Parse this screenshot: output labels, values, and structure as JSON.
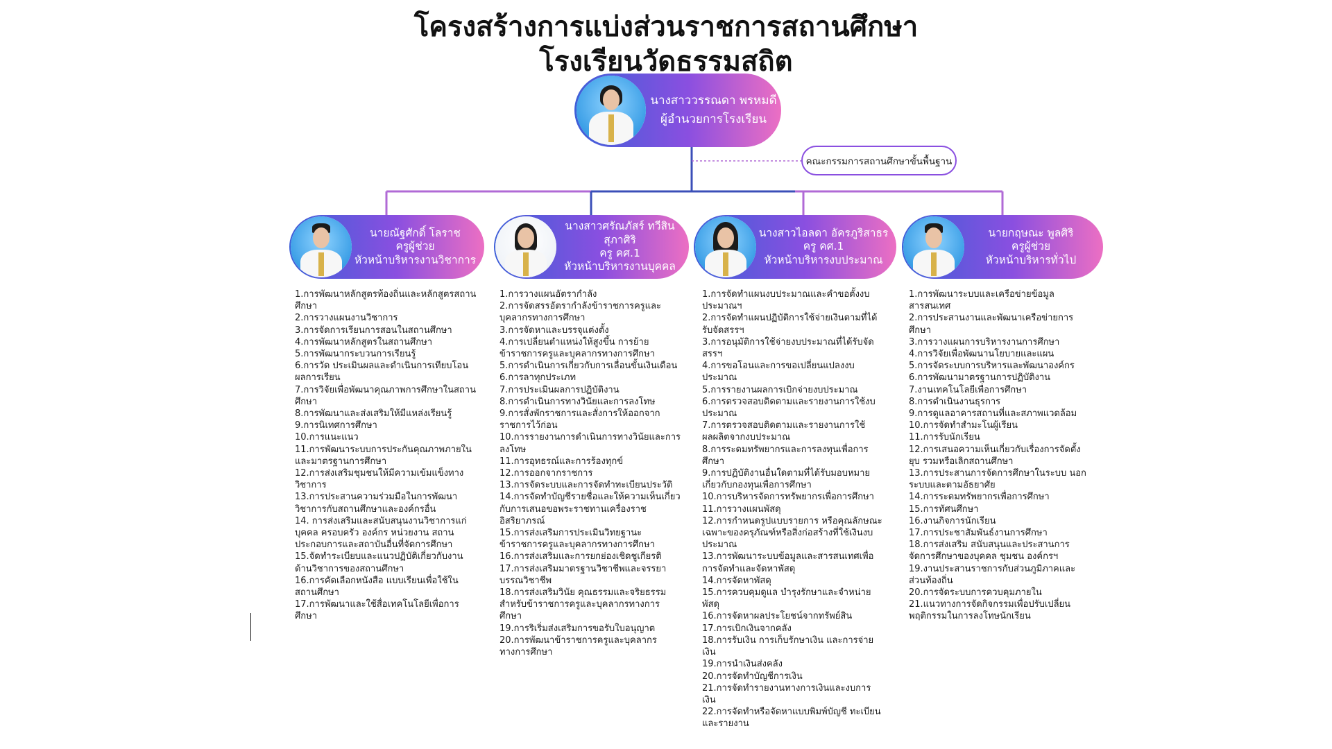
{
  "title": {
    "line1": "โครงสร้างการแบ่งส่วนราชการสถานศึกษา",
    "line2": "โรงเรียนวัดธรรมสถิต"
  },
  "director": {
    "name": "นางสาววรรณดา พรหมดี",
    "position": "ผู้อำนวยการโรงเรียน"
  },
  "committee": {
    "label": "คณะกรรมการสถานศึกษาขั้นพื้นฐาน"
  },
  "colors": {
    "pill_start": "#3d5fd8",
    "pill_mid": "#8a4fe0",
    "pill_end": "#ec6fc3",
    "connector_main": "#3b4fb8",
    "connector_branch": "#b06ad6"
  },
  "departments": [
    {
      "name": "นายณัฐศักดิ์ โลราช",
      "rank": "ครูผู้ช่วย",
      "role": "หัวหน้าบริหารงานวิชาการ",
      "photo_icon": "person-portrait-icon",
      "tasks": [
        "1.การพัฒนาหลักสูตรท้องถิ่นและหลักสูตรสถานศึกษา",
        "2.การวางแผนงานวิชาการ",
        "3.การจัดการเรียนการสอนในสถานศึกษา",
        "4.การพัฒนาหลักสูตรในสถานศึกษา",
        "5.การพัฒนากระบวนการเรียนรู้",
        "6.การวัด ประเมินผลและดำเนินการเทียบโอนผลการเรียน",
        "7.การวิจัยเพื่อพัฒนาคุณภาพการศึกษาในสถานศึกษา",
        "8.การพัฒนาและส่งเสริมให้มีแหล่งเรียนรู้",
        "9.การนิเทศการศึกษา",
        "10.การแนะแนว",
        "11.การพัฒนาระบบการประกันคุณภาพภายในและมาตรฐานการศึกษา",
        "12.การส่งเสริมชุมชนให้มีความเข้มแข็งทางวิชาการ",
        "13.การประสานความร่วมมือในการพัฒนาวิชาการกับสถานศึกษาและองค์กรอื่น",
        "14. การส่งเสริมและสนับสนุนงานวิชาการแก่บุคคล ครอบครัว องค์กร หน่วยงาน สถานประกอบการและสถาบันอื่นที่จัดการศึกษา",
        "15.จัดทำระเบียบและแนวปฏิบัติเกี่ยวกับงานด้านวิชาการของสถานศึกษา",
        "16.การคัดเลือกหนังสือ แบบเรียนเพื่อใช้ในสถานศึกษา",
        "17.การพัฒนาและใช้สื่อเทคโนโลยีเพื่อการศึกษา"
      ]
    },
    {
      "name": "นางสาวศรัณภัสร์ ทวีสินสุภาศิริ",
      "rank": "ครู คศ.1",
      "role": "หัวหน้าบริหารงานบุคคล",
      "photo_icon": "person-portrait-icon",
      "tasks": [
        "1.การวางแผนอัตรากำลัง",
        "2.การจัดสรรอัตรากำลังข้าราชการครูและบุคลากรทางการศึกษา",
        "3.การจัดหาและบรรจุแต่งตั้ง",
        "4.การเปลี่ยนตำแหน่งให้สูงขึ้น การย้ายข้าราชการครูและบุคลากรทางการศึกษา",
        "5.การดำเนินการเกี่ยวกับการเลื่อนขั้นเงินเดือน",
        "6.การลาทุกประเภท",
        "7.การประเมินผลการปฏิบัติงาน",
        "8.การดำเนินการทางวินัยและการลงโทษ",
        "9.การสั่งพักราชการและสั่งการให้ออกจากราชการไว้ก่อน",
        "10.การรายงานการดำเนินการทางวินัยและการลงโทษ",
        "11.การอุทธรณ์และการร้องทุกข์",
        "12.การออกจากราชการ",
        "13.การจัดระบบและการจัดทำทะเบียนประวัติ",
        "14.การจัดทำบัญชีรายชื่อและให้ความเห็นเกี่ยวกับการเสนอขอพระราชทานเครื่องราชอิสริยาภรณ์",
        "15.การส่งเสริมการประเมินวิทยฐานะข้าราชการครูและบุคลากรทางการศึกษา",
        "16.การส่งเสริมและการยกย่องเชิดชูเกียรติ",
        "17.การส่งเสริมมาตรฐานวิชาชีพและจรรยาบรรณวิชาชีพ",
        "18.การส่งเสริมวินัย คุณธรรมและจริยธรรมสำหรับข้าราชการครูและบุคลากรทางการศึกษา",
        "19.การริเริ่มส่งเสริมการขอรับใบอนุญาต",
        "20.การพัฒนาข้าราชการครูและบุคลากรทางการศึกษา"
      ]
    },
    {
      "name": "นางสาวไอลดา อัครภูริสาธร",
      "rank": "ครู คศ.1",
      "role": "หัวหน้าบริหารงบประมาณ",
      "photo_icon": "person-portrait-icon",
      "tasks": [
        "1.การจัดทำแผนงบประมาณและคำขอตั้งงบประมาณฯ",
        "2.การจัดทำแผนปฏิบัติการใช้จ่ายเงินตามที่ได้รับจัดสรรฯ",
        "3.การอนุมัติการใช้จ่ายงบประมาณที่ได้รับจัดสรรฯ",
        "4.การขอโอนและการขอเปลี่ยนแปลงงบประมาณ",
        "5.การรายงานผลการเบิกจ่ายงบประมาณ",
        "6.การตรวจสอบติดตามและรายงานการใช้งบประมาณ",
        "7.การตรวจสอบติดตามและรายงานการใช้ผลผลิตจากงบประมาณ",
        "8.การระดมทรัพยากรและการลงทุนเพื่อการศึกษา",
        "9.การปฏิบัติงานอื่นใดตามที่ได้รับมอบหมายเกี่ยวกับกองทุนเพื่อการศึกษา",
        "10.การบริหารจัดการทรัพยากรเพื่อการศึกษา",
        "11.การวางแผนพัสดุ",
        "12.การกำหนดรูปแบบรายการ หรือคุณลักษณะเฉพาะของครุภัณฑ์หรือสิ่งก่อสร้างที่ใช้เงินงบประมาณ",
        "13.การพัฒนาระบบข้อมูลและสารสนเทศเพื่อการจัดทำและจัดหาพัสดุ",
        "14.การจัดหาพัสดุ",
        "15.การควบคุมดูแล บำรุงรักษาและจำหน่ายพัสดุ",
        "16.การจัดหาผลประโยชน์จากทรัพย์สิน",
        "17.การเบิกเงินจากคลัง",
        "18.การรับเงิน การเก็บรักษาเงิน และการจ่ายเงิน",
        "19.การนำเงินส่งคลัง",
        "20.การจัดทำบัญชีการเงิน",
        "21.การจัดทำรายงานทางการเงินและงบการเงิน",
        "22.การจัดทำหรือจัดหาแบบพิมพ์บัญชี ทะเบียนและรายงาน"
      ]
    },
    {
      "name": "นายกฤษณะ พูลศิริ",
      "rank": "ครูผู้ช่วย",
      "role": "หัวหน้าบริหารทั่วไป",
      "photo_icon": "person-portrait-icon",
      "tasks": [
        "1.การพัฒนาระบบและเครือข่ายข้อมูลสารสนเทศ",
        "2.การประสานงานและพัฒนาเครือข่ายการศึกษา",
        "3.การวางแผนการบริหารงานการศึกษา",
        "4.การวิจัยเพื่อพัฒนานโยบายและแผน",
        "5.การจัดระบบการบริหารและพัฒนาองค์กร",
        "6.การพัฒนามาตรฐานการปฏิบัติงาน",
        "7.งานเทคโนโลยีเพื่อการศึกษา",
        "8.การดำเนินงานธุรการ",
        "9.การดูแลอาคารสถานที่และสภาพแวดล้อม",
        "10.การจัดทำสำมะโนผู้เรียน",
        "11.การรับนักเรียน",
        "12.การเสนอความเห็นเกี่ยวกับเรื่องการจัดตั้ง ยุบ รวมหรือเลิกสถานศึกษา",
        "13.การประสานการจัดการศึกษาในระบบ นอกระบบและตามอัธยาศัย",
        "14.การระดมทรัพยากรเพื่อการศึกษา",
        "15.การทัศนศึกษา",
        "16.งานกิจการนักเรียน",
        "17.การประชาสัมพันธ์งานการศึกษา",
        "18.การส่งเสริม สนับสนุนและประสานการจัดการศึกษาของบุคคล ชุมชน องค์กรฯ",
        "19.งานประสานราชการกับส่วนภูมิภาคและส่วนท้องถิ่น",
        "20.การจัดระบบการควบคุมภายใน",
        "21.แนวทางการจัดกิจกรรมเพื่อปรับเปลี่ยนพฤติกรรมในการลงโทษนักเรียน"
      ]
    }
  ]
}
